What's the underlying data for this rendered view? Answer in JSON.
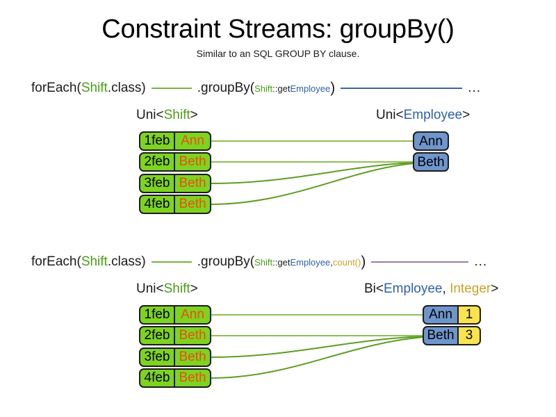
{
  "page": {
    "title": "Constraint Streams: groupBy()",
    "subtitle": "Similar to an SQL GROUP BY clause."
  },
  "colors": {
    "shift_green": "#7ed321",
    "employee_blue": "#6f95cd",
    "count_yellow": "#fae34c",
    "name_orange": "#e8500f",
    "token_shift": "#4a9c18",
    "token_employee": "#2f5fa8",
    "token_count": "#c9a227",
    "connector_green": "#6ea832",
    "connector_blue": "#3a63b0",
    "connector_purple": "#9b7ba8",
    "border_black": "#1c1c1c"
  },
  "sections": [
    {
      "id": "section-1",
      "codeline": {
        "for_each_prefix": "forEach(",
        "for_each_type": "Shift",
        "for_each_suffix": ".class)",
        "group_by": ".groupBy(",
        "arg_class": "Shift",
        "arg_sep": "::get",
        "arg_prop": "Employee",
        "arg_close": ")",
        "ellipsis": "..."
      },
      "left_label": {
        "prefix": "Uni<",
        "generic": "Shift",
        "suffix": ">"
      },
      "right_label": {
        "prefix": "Uni<",
        "generic": "Employee",
        "suffix": ">"
      },
      "shifts": [
        {
          "date": "1feb",
          "employee": "Ann"
        },
        {
          "date": "2feb",
          "employee": "Beth"
        },
        {
          "date": "3feb",
          "employee": "Beth"
        },
        {
          "date": "4feb",
          "employee": "Beth"
        }
      ],
      "employees": [
        {
          "name": "Ann"
        },
        {
          "name": "Beth"
        }
      ]
    },
    {
      "id": "section-2",
      "codeline": {
        "for_each_prefix": "forEach(",
        "for_each_type": "Shift",
        "for_each_suffix": ".class)",
        "group_by": ".groupBy(",
        "arg_class": "Shift",
        "arg_sep": "::get",
        "arg_prop": "Employee",
        "arg_comma": ", ",
        "arg_count": "count()",
        "arg_close": ")",
        "ellipsis": "..."
      },
      "left_label": {
        "prefix": "Uni<",
        "generic": "Shift",
        "suffix": ">"
      },
      "right_label": {
        "prefix": "Bi<",
        "generic": "Employee",
        "middle": ", ",
        "generic2": "Integer",
        "suffix": ">"
      },
      "shifts": [
        {
          "date": "1feb",
          "employee": "Ann"
        },
        {
          "date": "2feb",
          "employee": "Beth"
        },
        {
          "date": "3feb",
          "employee": "Beth"
        },
        {
          "date": "4feb",
          "employee": "Beth"
        }
      ],
      "groups": [
        {
          "name": "Ann",
          "count": "1"
        },
        {
          "name": "Beth",
          "count": "3"
        }
      ]
    }
  ]
}
